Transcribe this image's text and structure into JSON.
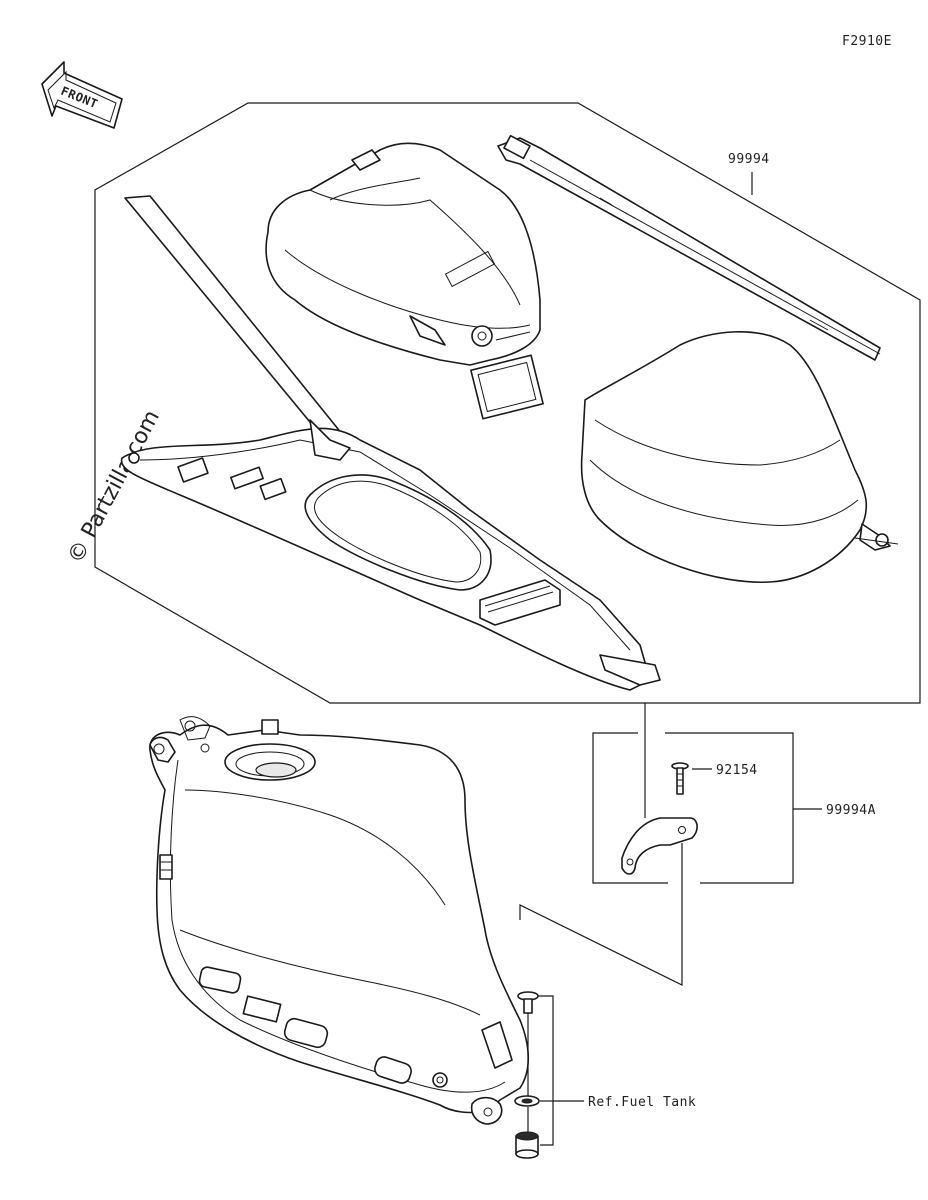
{
  "diagram_code": "F2910E",
  "direction_label": "FRONT",
  "watermark": "© Partzilla.com",
  "callouts": {
    "strap_kit": "99994",
    "screw": "92154",
    "bracket_kit": "99994A",
    "fuel_tank_ref": "Ref.Fuel Tank"
  },
  "colors": {
    "line": "#1a1a1a",
    "background": "#ffffff"
  }
}
